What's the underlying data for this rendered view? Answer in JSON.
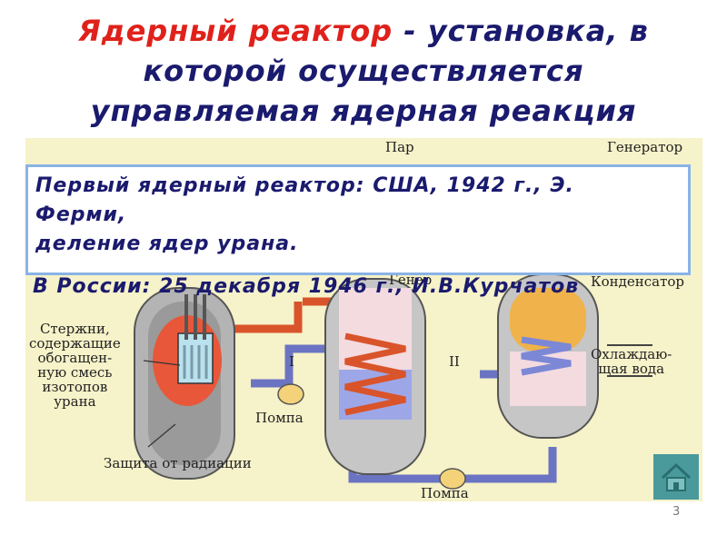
{
  "title": {
    "accent": "Ядерный реактор",
    "line1_rest": " - установка, в",
    "line2": "которой осуществляется",
    "line3": "управляемая ядерная реакция"
  },
  "facts": {
    "line1": "Первый ядерный реактор: США, 1942 г., Э.",
    "line2": "Ферми,",
    "line3": "деление ядер урана.",
    "russia": "В России: 25 декабря 1946 г., И.В.Курчатов"
  },
  "diagram": {
    "labels": {
      "steam": "Пар",
      "generator_top": "Генератор",
      "generator_mid": "Генер",
      "condenser": "Конденсатор",
      "rods": "Стержни,\nсодержащие\nобогащен-\nную смесь\nизотопов\nурана",
      "pump1": "Помпа",
      "pump2": "Помпа",
      "coolant": "Охлаждаю-\nщая вода",
      "shield": "Защита от радиации",
      "loop1": "I",
      "loop2": "II"
    },
    "colors": {
      "background": "#f6f2c9",
      "hot_pipe": "#d9542a",
      "cold_pipe": "#6b74c2",
      "vessel": "#b4b4b4",
      "core": "#e8573a"
    }
  },
  "controls": {
    "home_icon": "home-icon"
  },
  "page_number": "3"
}
